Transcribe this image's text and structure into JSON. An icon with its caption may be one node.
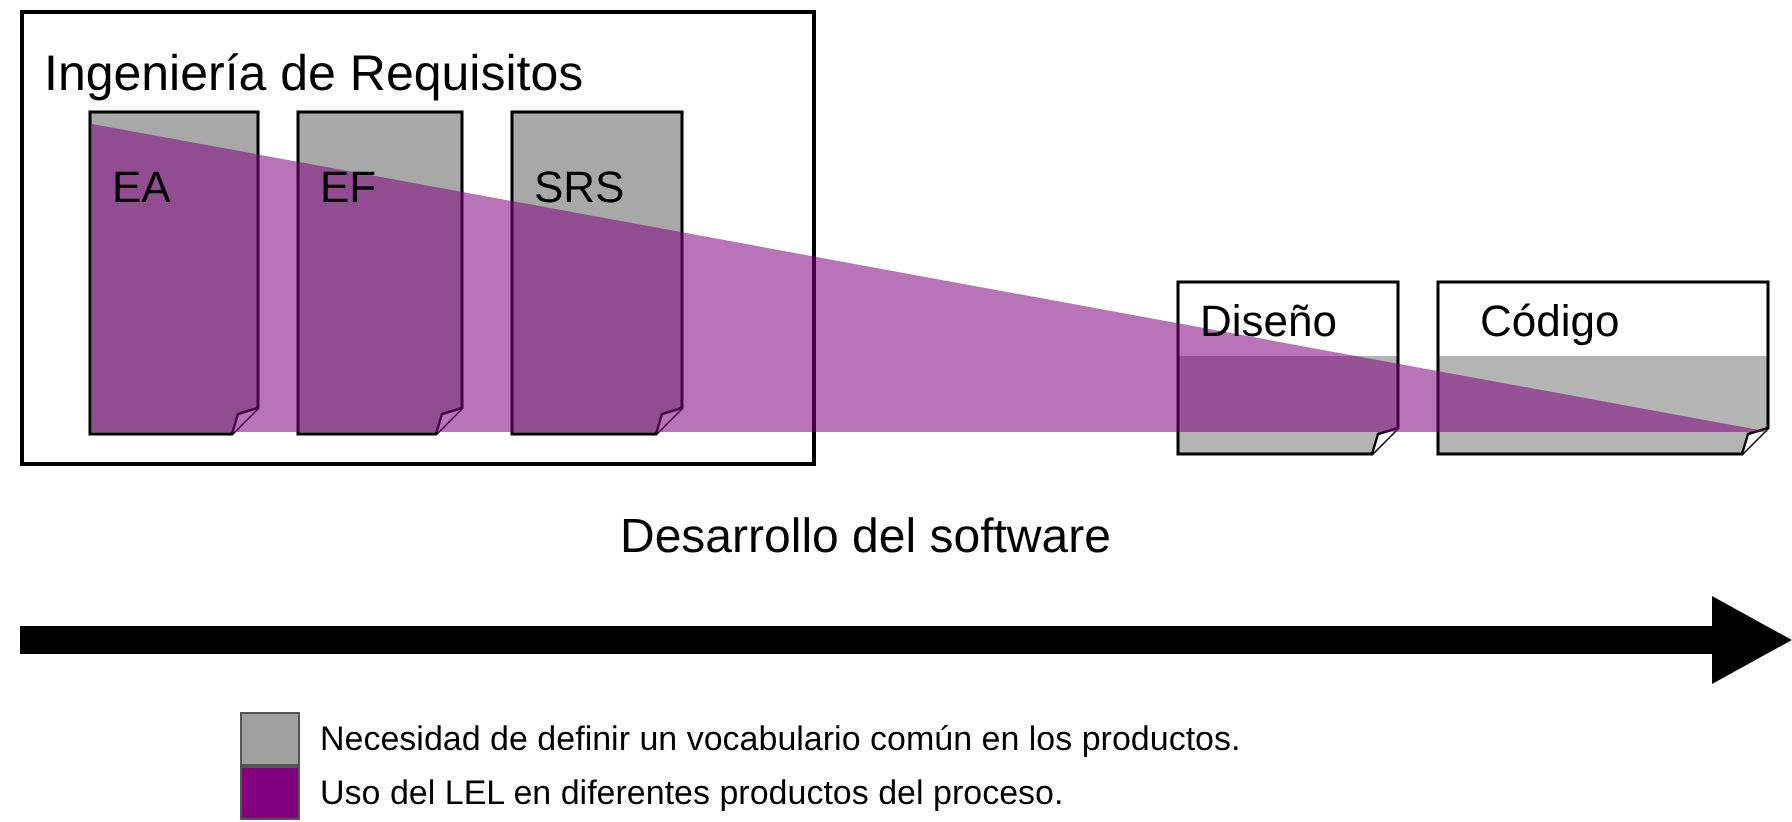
{
  "diagram": {
    "nodes": [
      {
        "text": [
          "Ingeniería de Requisitos"
        ]
      },
      {
        "text": [
          "EA"
        ],
        "in": 0
      },
      {
        "text": [
          "EF"
        ],
        "in": 0
      },
      {
        "text": [
          "SRS"
        ],
        "in": 0
      },
      {
        "text": [
          "Diseño"
        ]
      },
      {
        "text": [
          "Código"
        ]
      }
    ],
    "labels": [
      "Desarrollo del software"
    ],
    "legend": [
      {
        "text": "Necesidad de definir un vocabulario común en los productos.",
        "color": "#a0a0a0"
      },
      {
        "text": "Uso del LEL en diferentes productos del proceso.",
        "color": "#800080"
      }
    ]
  }
}
